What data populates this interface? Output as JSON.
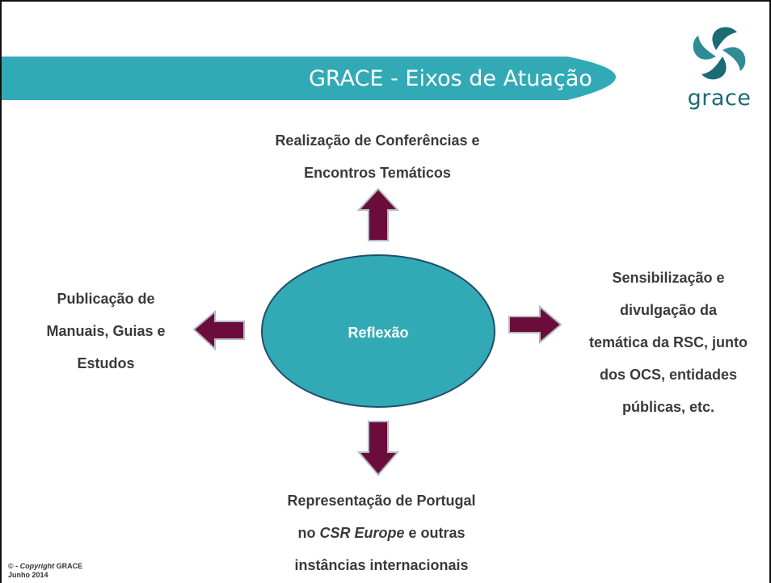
{
  "header": {
    "title": "GRACE - Eixos de Atuação",
    "logo_text": "grace"
  },
  "colors": {
    "teal": "#32aab6",
    "arrow_fill": "#6b0d3b",
    "arrow_stroke": "#b2b8c4",
    "logo_teal": "#1a6b73"
  },
  "diagram": {
    "center": "Reflexão",
    "top": {
      "line1": "Realização de Conferências e",
      "line2": "Encontros Temáticos"
    },
    "left": {
      "line1": "Publicação de",
      "line2": "Manuais, Guias e",
      "line3": "Estudos"
    },
    "right": {
      "line1": "Sensibilização e",
      "line2": "divulgação da",
      "line3": "temática da RSC, junto",
      "line4": "dos OCS, entidades",
      "line5": "públicas, etc."
    },
    "bottom": {
      "line1": "Representação de Portugal",
      "line2_a": "no ",
      "line2_italic": "CSR Europe",
      "line2_b": " e outras",
      "line3": "instâncias internacionais"
    }
  },
  "footer": {
    "copyright_symbol": "©",
    "dash": " - ",
    "copyright_word": "Copyright",
    "company": " GRACE",
    "date": "Junho 2014"
  }
}
